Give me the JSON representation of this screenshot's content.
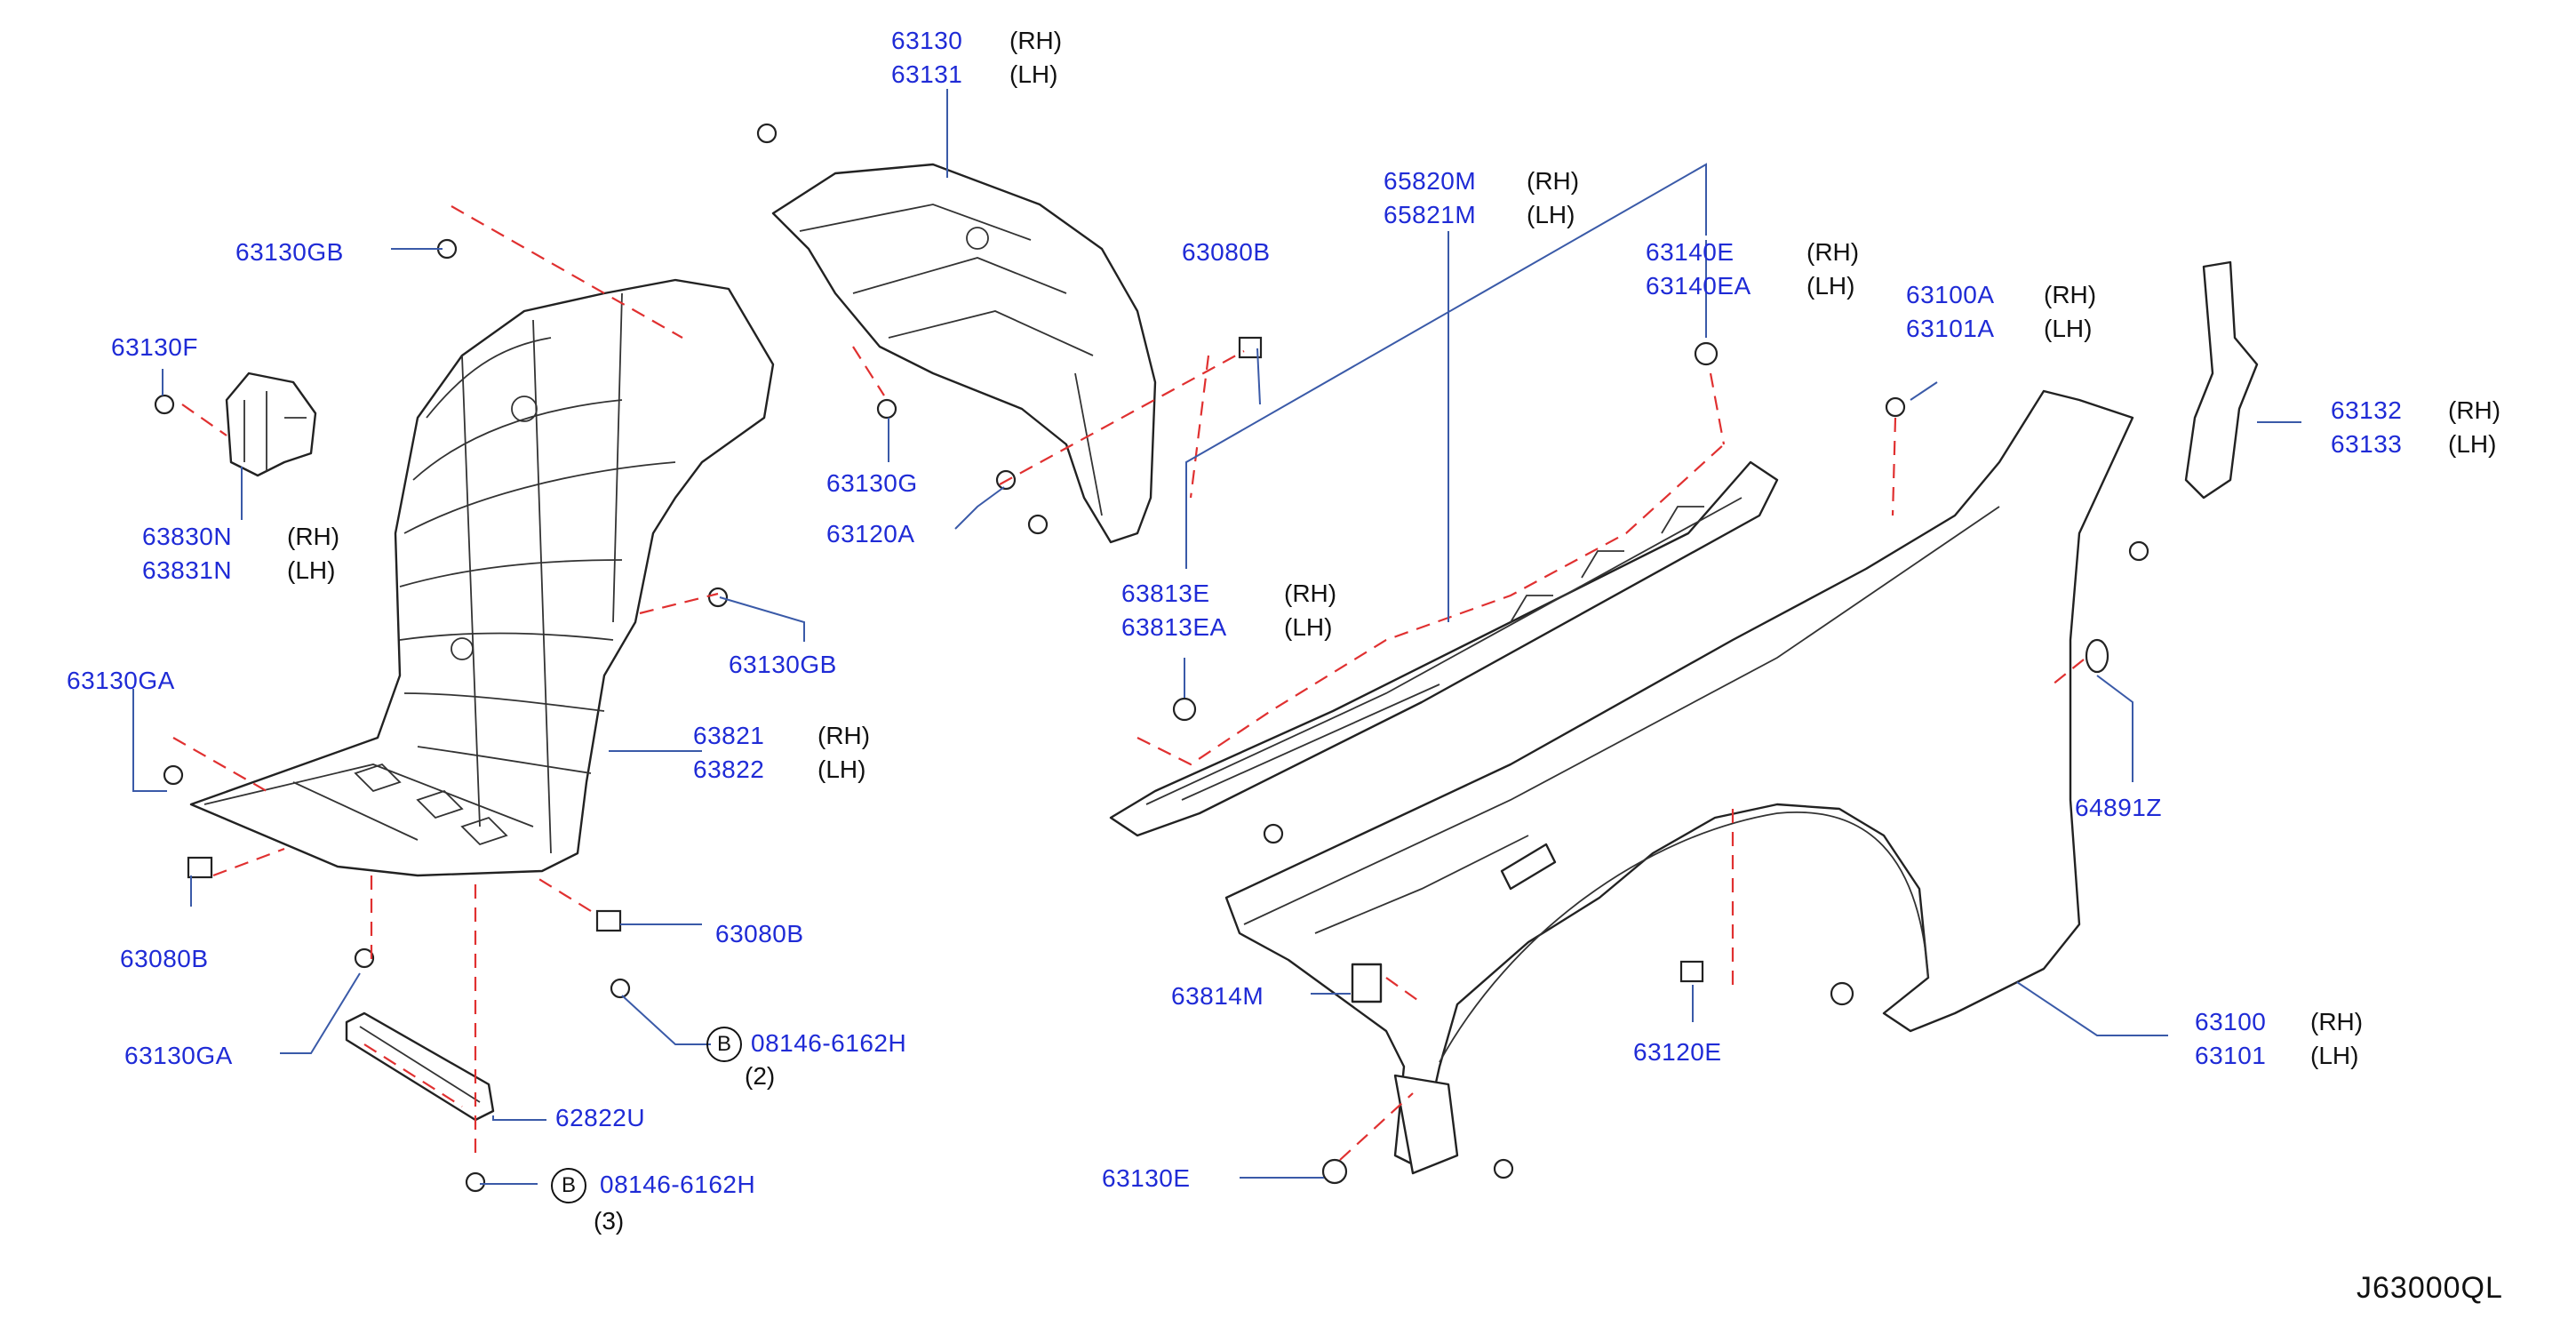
{
  "diagram_code": "J63000QL",
  "side_labels": {
    "rh": "(RH)",
    "lh": "(LH)"
  },
  "parts": [
    {
      "id": "p63130",
      "numbers": [
        "63130",
        "63131"
      ],
      "sides": [
        "rh",
        "lh"
      ]
    },
    {
      "id": "p63130gb_top",
      "numbers": [
        "63130GB"
      ]
    },
    {
      "id": "p63130f",
      "numbers": [
        "63130F"
      ]
    },
    {
      "id": "p63830n",
      "numbers": [
        "63830N",
        "63831N"
      ],
      "sides": [
        "rh",
        "lh"
      ]
    },
    {
      "id": "p63130ga_left",
      "numbers": [
        "63130GA"
      ]
    },
    {
      "id": "p63080b_left",
      "numbers": [
        "63080B"
      ]
    },
    {
      "id": "p63130ga_bottom",
      "numbers": [
        "63130GA"
      ]
    },
    {
      "id": "p63130gb_mid",
      "numbers": [
        "63130GB"
      ]
    },
    {
      "id": "p63821",
      "numbers": [
        "63821",
        "63822"
      ],
      "sides": [
        "rh",
        "lh"
      ]
    },
    {
      "id": "p63080b_right",
      "numbers": [
        "63080B"
      ]
    },
    {
      "id": "p08146_a",
      "numbers": [
        "08146-6162H"
      ],
      "circle": "B",
      "qty": "(2)"
    },
    {
      "id": "p62822u",
      "numbers": [
        "62822U"
      ]
    },
    {
      "id": "p08146_b",
      "numbers": [
        "08146-6162H"
      ],
      "circle": "B",
      "qty": "(3)"
    },
    {
      "id": "p63080b_top",
      "numbers": [
        "63080B"
      ]
    },
    {
      "id": "p63130g",
      "numbers": [
        "63130G"
      ]
    },
    {
      "id": "p63120a",
      "numbers": [
        "63120A"
      ]
    },
    {
      "id": "p65820m",
      "numbers": [
        "65820M",
        "65821M"
      ],
      "sides": [
        "rh",
        "lh"
      ]
    },
    {
      "id": "p63140e",
      "numbers": [
        "63140E",
        "63140EA"
      ],
      "sides": [
        "rh",
        "lh"
      ]
    },
    {
      "id": "p63100a",
      "numbers": [
        "63100A",
        "63101A"
      ],
      "sides": [
        "rh",
        "lh"
      ]
    },
    {
      "id": "p63132",
      "numbers": [
        "63132",
        "63133"
      ],
      "sides": [
        "rh",
        "lh"
      ]
    },
    {
      "id": "p63813e",
      "numbers": [
        "63813E",
        "63813EA"
      ],
      "sides": [
        "rh",
        "lh"
      ]
    },
    {
      "id": "p64891z",
      "numbers": [
        "64891Z"
      ]
    },
    {
      "id": "p63814m",
      "numbers": [
        "63814M"
      ]
    },
    {
      "id": "p63120e",
      "numbers": [
        "63120E"
      ]
    },
    {
      "id": "p63100",
      "numbers": [
        "63100",
        "63101"
      ],
      "sides": [
        "rh",
        "lh"
      ]
    },
    {
      "id": "p63130e",
      "numbers": [
        "63130E"
      ]
    }
  ]
}
